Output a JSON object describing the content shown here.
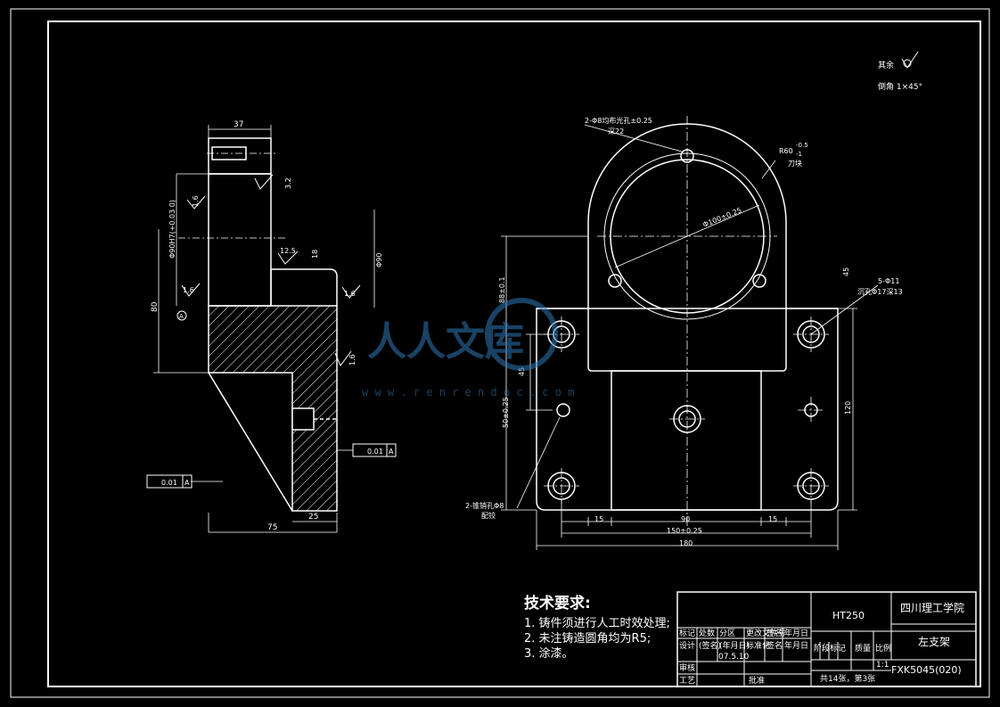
{
  "drawing": {
    "surface_finish": {
      "label": "其余",
      "symbol": "machined-surface-symbol"
    },
    "chamfer": "倒角 1×45°",
    "side_view": {
      "dims": {
        "top_width": "37",
        "bore": "Φ90H7(+0.03 0)",
        "height_80": "80",
        "height_18": "18",
        "rough_3_2": "3.2",
        "rough_1_6a": "1.6",
        "rough_1_6b": "1.6",
        "rough_1_6c": "1.6",
        "rough_1_6d": "1.6",
        "rough_12_5": "12.5",
        "phi_d": "Φ90",
        "tol_left": "0.01",
        "tol_left_ref": "A",
        "tol_right": "0.01",
        "tol_right_ref": "A",
        "datum": "A",
        "bottom_25": "25",
        "bottom_75": "75"
      }
    },
    "front_view": {
      "dims": {
        "holes_top": "2-Φ8均布光孔±0.25",
        "holes_top_depth": "深22",
        "r60": "R60",
        "r60_tol_upper": "-0.5",
        "r60_tol_lower": "-1",
        "r60_note": "刀块",
        "bore_dia": "Φ100±0.25",
        "height_88": "88±0.1",
        "height_45": "45",
        "height_50": "50±0.25",
        "height_120": "120",
        "angle_45": "45",
        "holes_side": "5-Φ11",
        "holes_side_note": "沉孔Φ17深13",
        "pin_note": "2-锥销孔Φ8",
        "pin_note2": "配铰",
        "w15a": "15",
        "w90": "90",
        "w15b": "15",
        "w150": "150±0.25",
        "w180": "180"
      }
    }
  },
  "tech_requirements": {
    "title": "技术要求:",
    "items": [
      "1. 铸件须进行人工时效处理;",
      "2. 未注铸造圆角均为R5;",
      "3. 涂漆。"
    ]
  },
  "title_block": {
    "material": "HT250",
    "school": "四川理工学院",
    "part_name": "左支架",
    "drawing_no": "FXK5045(020)",
    "scale_label": "比例",
    "scale": "1:1",
    "stage_label": "阶段标记",
    "weight_label": "质量",
    "sheets": "共14张，第3张",
    "row1": [
      "标记",
      "处数",
      "分区",
      "更改文件号",
      "签名",
      "年月日"
    ],
    "row2": [
      "设计",
      "(签名)",
      "(年月日)",
      "标准化",
      "签名",
      "年月日"
    ],
    "date": "07.5.10",
    "review": "审核",
    "process": "工艺",
    "approve": "批准"
  },
  "watermark": {
    "text": "人人文库",
    "url": "w w w . r e n r e n d o c . c o m"
  }
}
